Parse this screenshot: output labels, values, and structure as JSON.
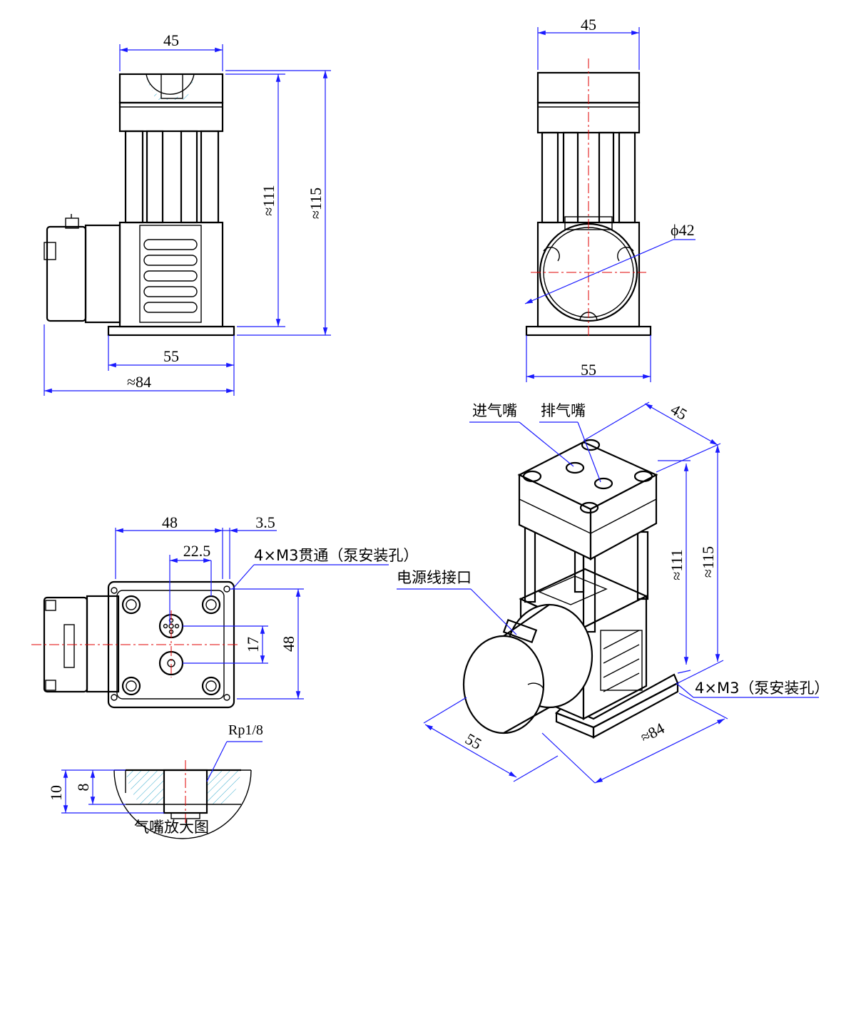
{
  "front_view": {
    "top_width": "45",
    "height_body": "≈111",
    "height_total": "≈115",
    "base_width": "55",
    "overall_width": "≈84"
  },
  "side_view": {
    "top_width": "45",
    "motor_diameter": "ϕ42",
    "base_width": "55"
  },
  "bottom_view": {
    "hole_span": "48",
    "edge_offset": "3.5",
    "port_spacing": "22.5",
    "hole_note": "4×M3贯通（泵安装孔）",
    "port_offset": "17",
    "height": "48"
  },
  "iso_view": {
    "inlet_label": "进气嘴",
    "outlet_label": "排气嘴",
    "power_label": "电源线接口",
    "top_width": "45",
    "height_body": "≈111",
    "height_total": "≈115",
    "mount_note": "4×M3（泵安装孔）",
    "base_depth": "55",
    "overall_length": "≈84"
  },
  "detail": {
    "title": "气嘴放大图",
    "thread": "Rp1/8",
    "depth_total": "10",
    "depth_thread": "8"
  },
  "colors": {
    "outline": "#000000",
    "dimension": "#1a1aff",
    "centerline": "#e00000",
    "hatch": "#33aacc"
  }
}
